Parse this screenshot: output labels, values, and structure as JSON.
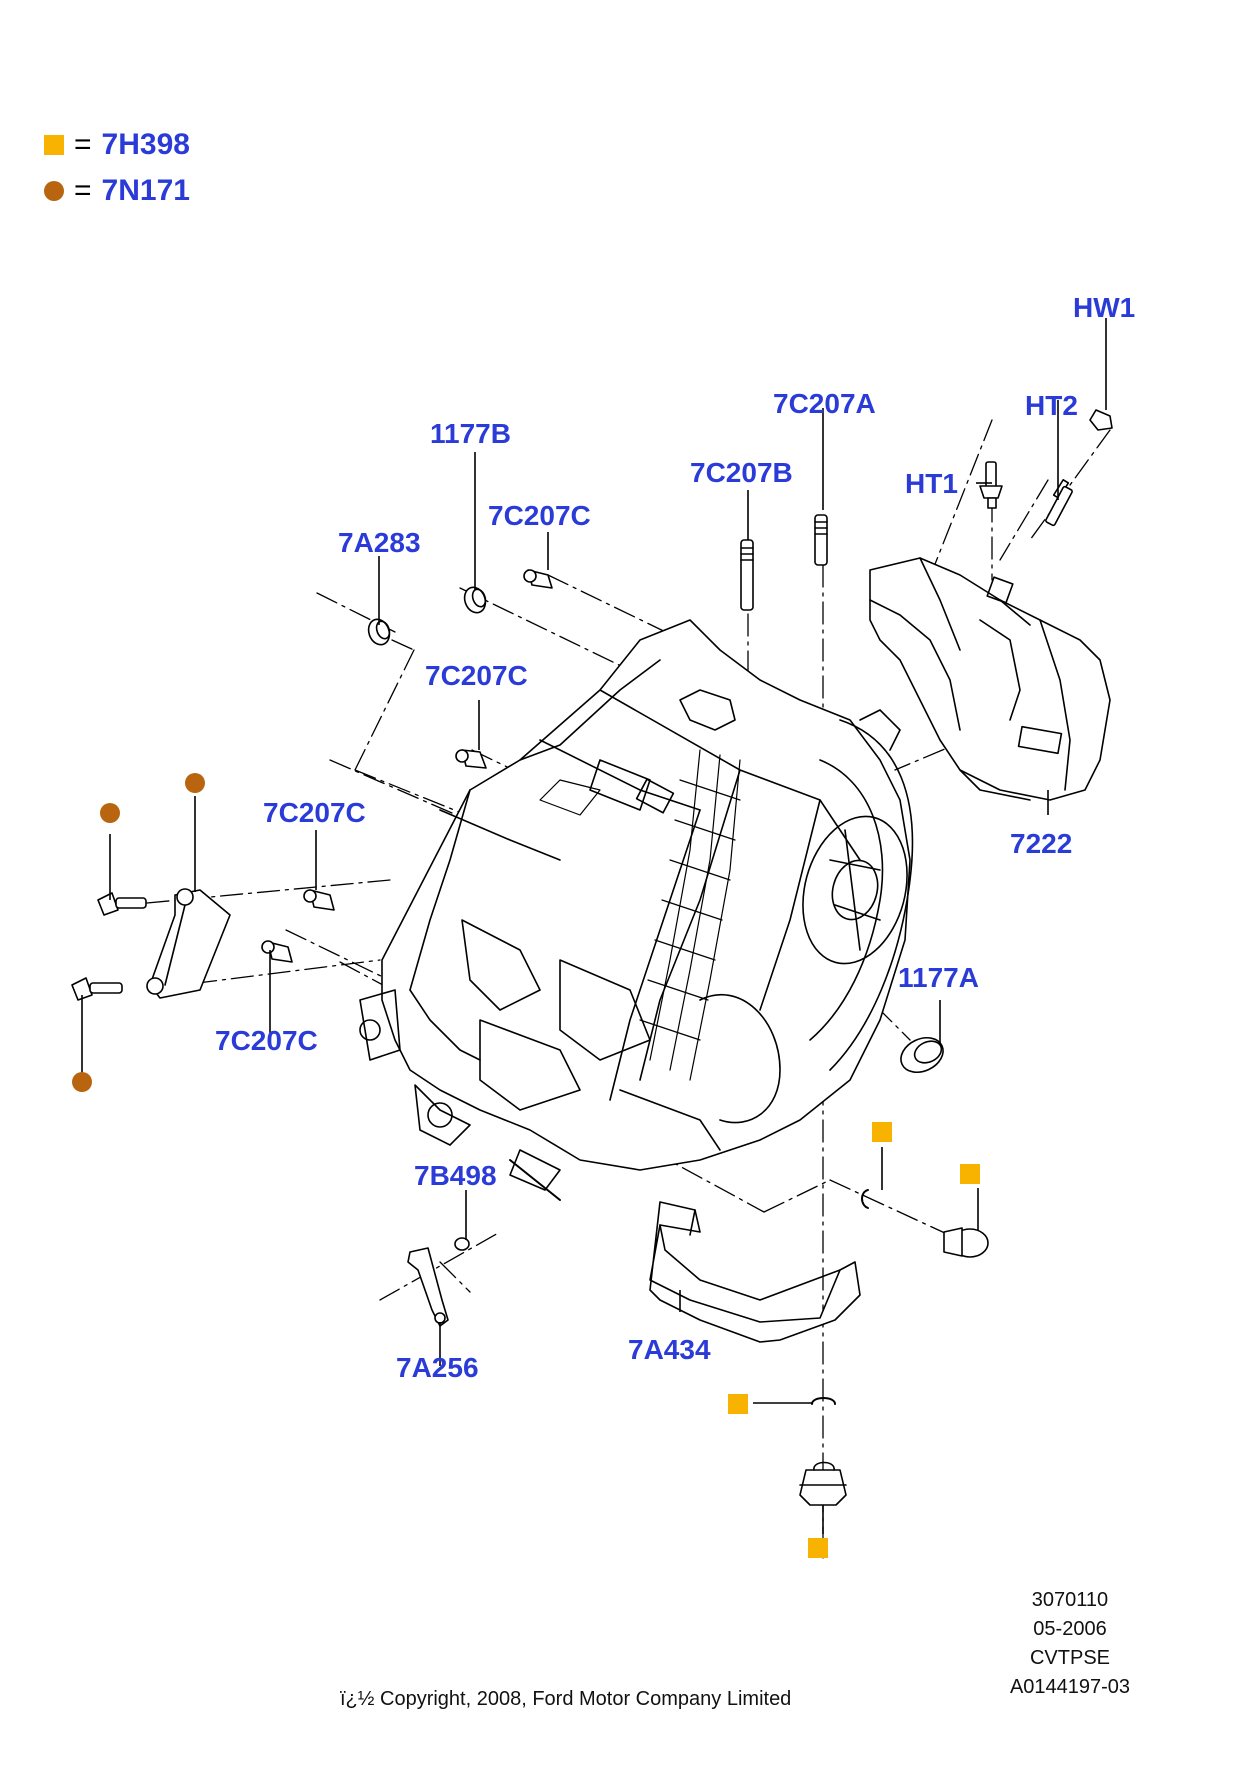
{
  "legend": [
    {
      "marker": "square",
      "color": "#f8b300",
      "eq": "=",
      "code": "7H398"
    },
    {
      "marker": "circle",
      "color": "#b9650f",
      "eq": "=",
      "code": "7N171"
    }
  ],
  "callouts": {
    "hw1": "HW1",
    "ht2": "HT2",
    "ht1": "HT1",
    "c7c207a": "7C207A",
    "c7c207b": "7C207B",
    "c1177b": "1177B",
    "c7c207c_top": "7C207C",
    "c7a283": "7A283",
    "c7c207c_mid": "7C207C",
    "c7c207c_left": "7C207C",
    "c7c207c_low": "7C207C",
    "c7222": "7222",
    "c1177a": "1177A",
    "c7b498": "7B498",
    "c7a256": "7A256",
    "c7a434": "7A434"
  },
  "meta": {
    "line1": "3070110",
    "line2": "05-2006",
    "line3": "CVTPSE",
    "line4": "A0144197-03"
  },
  "copyright": "ï¿½ Copyright, 2008, Ford Motor Company Limited",
  "colors": {
    "label": "#2a3bd8",
    "square_marker": "#f8b300",
    "circle_marker": "#b9650f"
  }
}
